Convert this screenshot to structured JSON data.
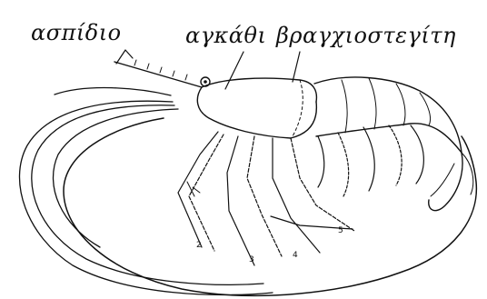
{
  "labels": {
    "aspidio": "ασπίδιο",
    "agkathi": "αγκάθι",
    "branchiostegiti": "βραγχιοστεγίτη"
  },
  "leg_numbers": [
    "2",
    "3",
    "4",
    "5"
  ],
  "colors": {
    "ink": "#111111",
    "background": "#ffffff"
  }
}
